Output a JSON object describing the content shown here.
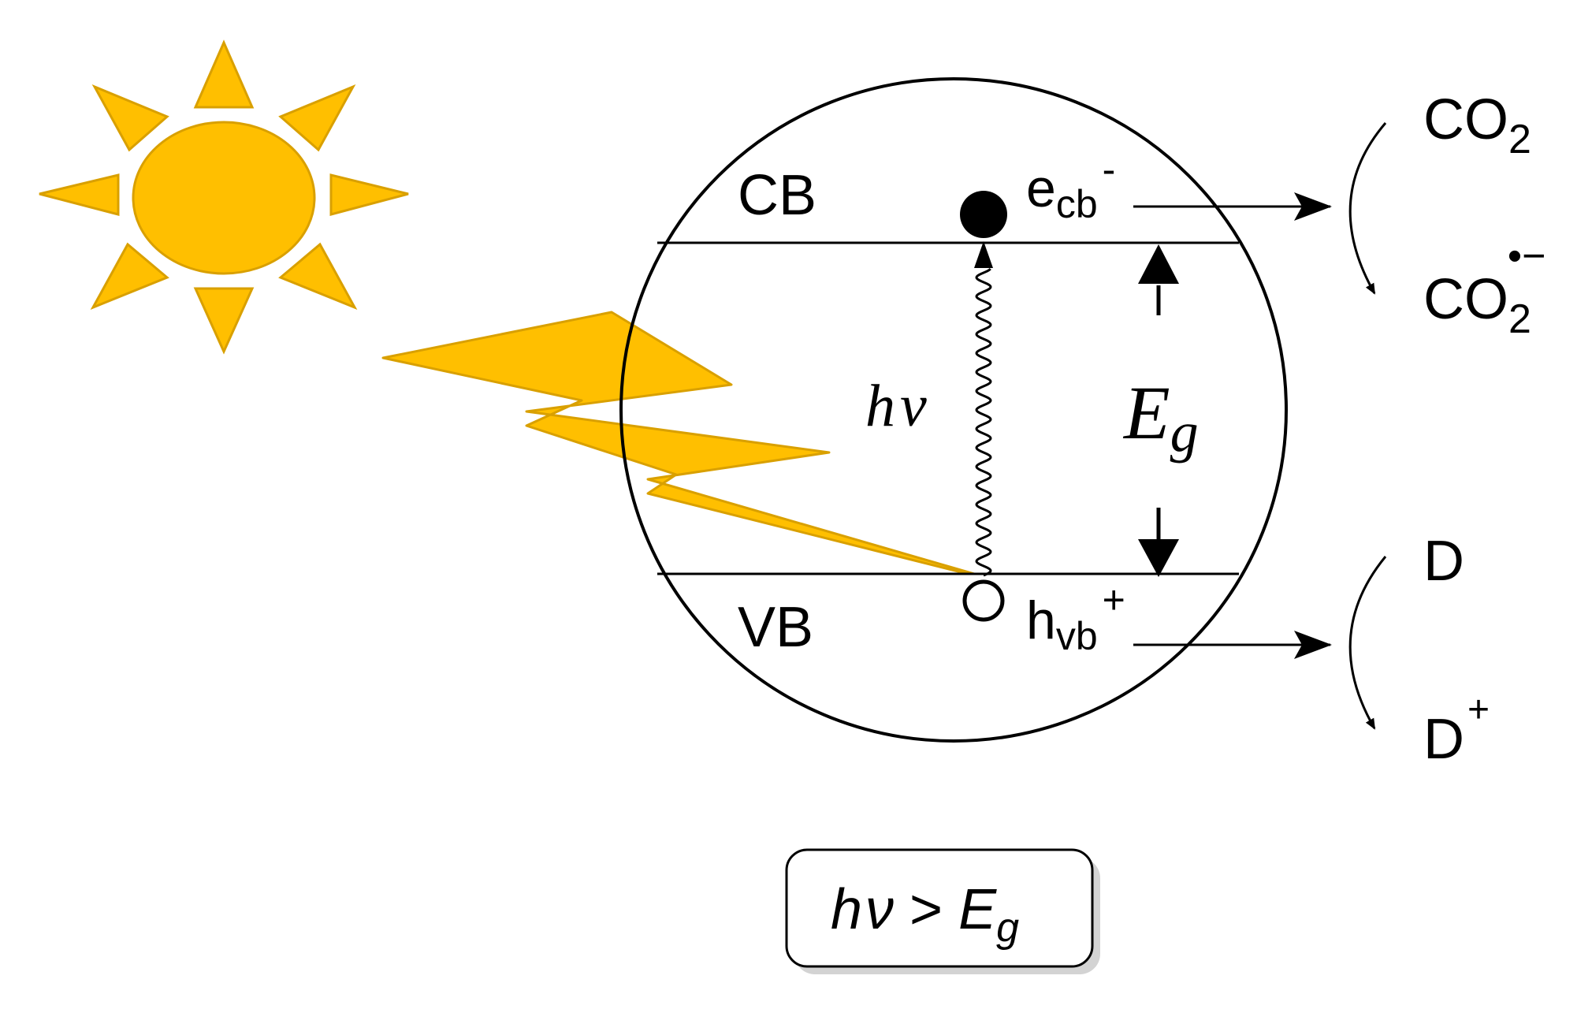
{
  "colors": {
    "sun": "#FFBF00",
    "sun_stroke": "#D9A000",
    "line": "#000000",
    "background": "#FFFFFF"
  },
  "labels": {
    "cb": "CB",
    "vb": "VB",
    "e_main": "e",
    "e_sub": "cb",
    "e_sup": "-",
    "h_main": "h",
    "h_sub": "vb",
    "h_sup": "+",
    "hv_h": "h",
    "hv_nu": "ν",
    "eg_main": "E",
    "eg_sub": "g",
    "co2_main": "CO",
    "co2_sub": "2",
    "co2r_main": "CO",
    "co2r_sub": "2",
    "co2r_sup": "•−",
    "d": "D",
    "dplus_main": "D",
    "dplus_sup": "+",
    "cond_h": "h",
    "cond_nu": "ν",
    "cond_gt": " > ",
    "cond_E": "E",
    "cond_g": "g"
  }
}
